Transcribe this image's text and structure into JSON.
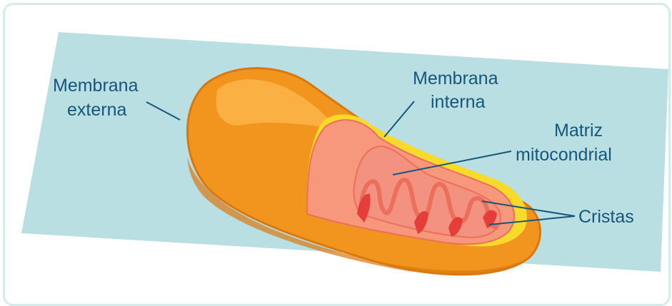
{
  "labels": {
    "membrana_externa_line1": "Membrana",
    "membrana_externa_line2": "externa",
    "membrana_interna_line1": "Membrana",
    "membrana_interna_line2": "interna",
    "matriz_line1": "Matriz",
    "matriz_line2": "mitocondrial",
    "cristas": "Cristas"
  },
  "colors": {
    "background_panel": "#b9dfe3",
    "outer_membrane": "#f2951e",
    "outer_membrane_dark": "#d97810",
    "outer_membrane_light": "#fbb347",
    "inner_membrane": "#f7987d",
    "inner_membrane_dark": "#ec6f5c",
    "matrix": "#f39280",
    "cristae_deep": "#e53d3a",
    "intermembrane_yellow": "#f7da2a",
    "label_text": "#15567a",
    "frame": "#d6ece9"
  }
}
